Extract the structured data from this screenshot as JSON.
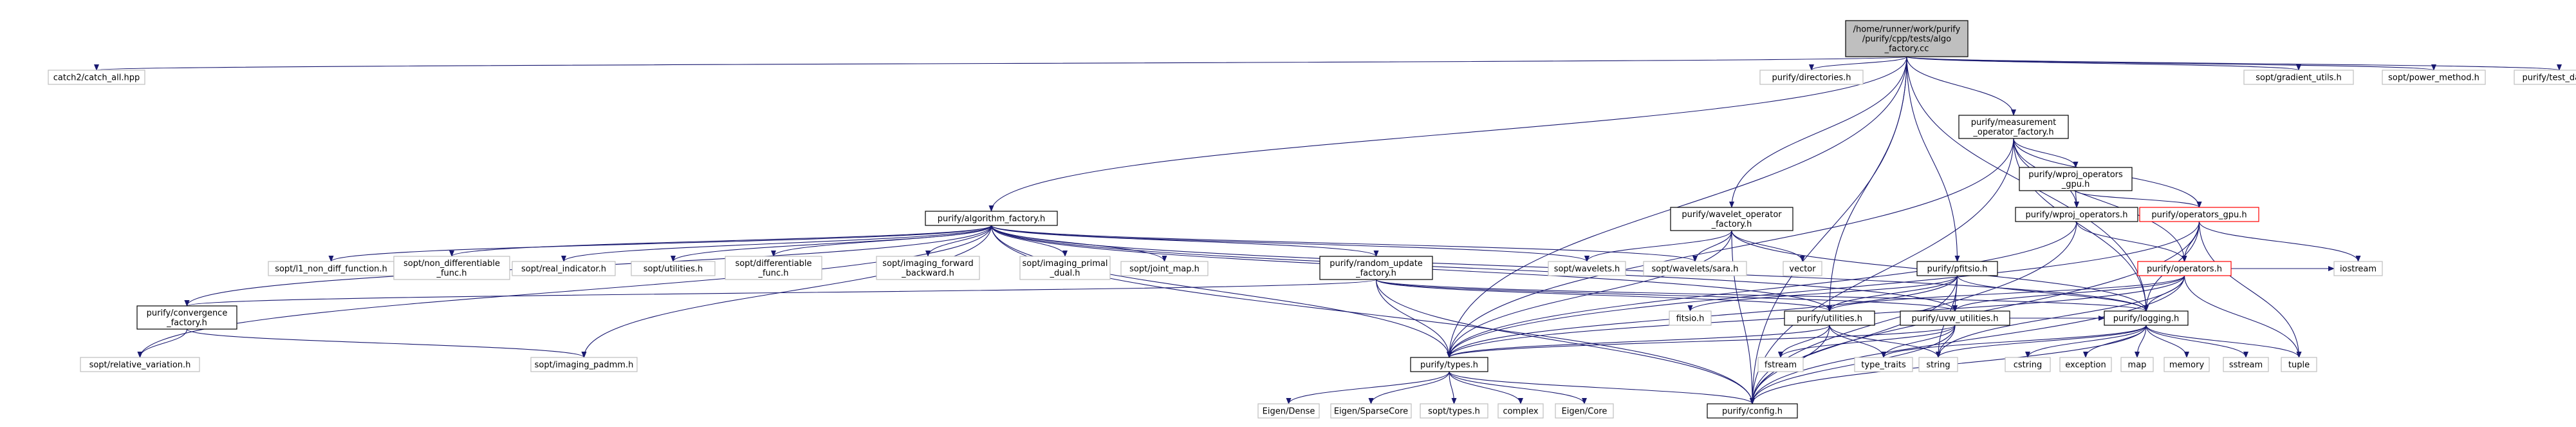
{
  "colors": {
    "root_fill": "#bfbfbf",
    "node_stroke": "#000000",
    "system_stroke": "#bfbfbf",
    "red_stroke": "#ff0000",
    "edge": "#191970",
    "label": "#000000"
  },
  "nodes": [
    {
      "id": "root",
      "kind": "root",
      "lines": [
        "/home/runner/work/purify",
        "/purify/cpp/tests/algo",
        "_factory.cc"
      ]
    },
    {
      "id": "catch2",
      "kind": "system",
      "lines": [
        "catch2/catch_all.hpp"
      ]
    },
    {
      "id": "directories",
      "kind": "system",
      "lines": [
        "purify/directories.h"
      ]
    },
    {
      "id": "gradient",
      "kind": "system",
      "lines": [
        "sopt/gradient_utils.h"
      ]
    },
    {
      "id": "power",
      "kind": "system",
      "lines": [
        "sopt/power_method.h"
      ]
    },
    {
      "id": "testdata",
      "kind": "system",
      "lines": [
        "purify/test_data.h"
      ]
    },
    {
      "id": "measurement",
      "kind": "normal",
      "lines": [
        "purify/measurement",
        "_operator_factory.h"
      ]
    },
    {
      "id": "wproj_gpu",
      "kind": "normal",
      "lines": [
        "purify/wproj_operators",
        "_gpu.h"
      ]
    },
    {
      "id": "operators_gpu",
      "kind": "red",
      "lines": [
        "purify/operators_gpu.h"
      ]
    },
    {
      "id": "wproj_ops",
      "kind": "normal",
      "lines": [
        "purify/wproj_operators.h"
      ]
    },
    {
      "id": "algorithm",
      "kind": "normal",
      "lines": [
        "purify/algorithm_factory.h"
      ]
    },
    {
      "id": "wavelet_factory",
      "kind": "normal",
      "lines": [
        "purify/wavelet_operator",
        "_factory.h"
      ]
    },
    {
      "id": "l1",
      "kind": "system",
      "lines": [
        "sopt/l1_non_diff_function.h"
      ]
    },
    {
      "id": "nondiff",
      "kind": "system",
      "lines": [
        "sopt/non_differentiable",
        "_func.h"
      ]
    },
    {
      "id": "realind",
      "kind": "system",
      "lines": [
        "sopt/real_indicator.h"
      ]
    },
    {
      "id": "soptutil",
      "kind": "system",
      "lines": [
        "sopt/utilities.h"
      ]
    },
    {
      "id": "diff",
      "kind": "system",
      "lines": [
        "sopt/differentiable",
        "_func.h"
      ]
    },
    {
      "id": "imgfwd",
      "kind": "system",
      "lines": [
        "sopt/imaging_forward",
        "_backward.h"
      ]
    },
    {
      "id": "imgpd",
      "kind": "system",
      "lines": [
        "sopt/imaging_primal",
        "_dual.h"
      ]
    },
    {
      "id": "jointmap",
      "kind": "system",
      "lines": [
        "sopt/joint_map.h"
      ]
    },
    {
      "id": "random",
      "kind": "normal",
      "lines": [
        "purify/random_update",
        "_factory.h"
      ]
    },
    {
      "id": "wavelets",
      "kind": "system",
      "lines": [
        "sopt/wavelets.h"
      ]
    },
    {
      "id": "sara",
      "kind": "system",
      "lines": [
        "sopt/wavelets/sara.h"
      ]
    },
    {
      "id": "vector",
      "kind": "system",
      "lines": [
        "vector"
      ]
    },
    {
      "id": "pfitsio",
      "kind": "normal",
      "lines": [
        "purify/pfitsio.h"
      ]
    },
    {
      "id": "operators",
      "kind": "red",
      "lines": [
        "purify/operators.h"
      ]
    },
    {
      "id": "iostream",
      "kind": "system",
      "lines": [
        "iostream"
      ]
    },
    {
      "id": "convergence",
      "kind": "normal",
      "lines": [
        "purify/convergence",
        "_factory.h"
      ]
    },
    {
      "id": "fitsio",
      "kind": "system",
      "lines": [
        "fitsio.h"
      ]
    },
    {
      "id": "putil",
      "kind": "normal",
      "lines": [
        "purify/utilities.h"
      ]
    },
    {
      "id": "uvw",
      "kind": "normal",
      "lines": [
        "purify/uvw_utilities.h"
      ]
    },
    {
      "id": "logging",
      "kind": "normal",
      "lines": [
        "purify/logging.h"
      ]
    },
    {
      "id": "relvar",
      "kind": "system",
      "lines": [
        "sopt/relative_variation.h"
      ]
    },
    {
      "id": "padmm",
      "kind": "system",
      "lines": [
        "sopt/imaging_padmm.h"
      ]
    },
    {
      "id": "ptypes",
      "kind": "normal",
      "lines": [
        "purify/types.h"
      ]
    },
    {
      "id": "fstream",
      "kind": "system",
      "lines": [
        "fstream"
      ]
    },
    {
      "id": "type_traits",
      "kind": "system",
      "lines": [
        "type_traits"
      ]
    },
    {
      "id": "string",
      "kind": "system",
      "lines": [
        "string"
      ]
    },
    {
      "id": "cstring",
      "kind": "system",
      "lines": [
        "cstring"
      ]
    },
    {
      "id": "exception",
      "kind": "system",
      "lines": [
        "exception"
      ]
    },
    {
      "id": "map",
      "kind": "system",
      "lines": [
        "map"
      ]
    },
    {
      "id": "memory",
      "kind": "system",
      "lines": [
        "memory"
      ]
    },
    {
      "id": "sstream",
      "kind": "system",
      "lines": [
        "sstream"
      ]
    },
    {
      "id": "tuple",
      "kind": "system",
      "lines": [
        "tuple"
      ]
    },
    {
      "id": "eigendense",
      "kind": "system",
      "lines": [
        "Eigen/Dense"
      ]
    },
    {
      "id": "eigensparse",
      "kind": "system",
      "lines": [
        "Eigen/SparseCore"
      ]
    },
    {
      "id": "sopttypes",
      "kind": "system",
      "lines": [
        "sopt/types.h"
      ]
    },
    {
      "id": "complex",
      "kind": "system",
      "lines": [
        "complex"
      ]
    },
    {
      "id": "eigencore",
      "kind": "system",
      "lines": [
        "Eigen/Core"
      ]
    },
    {
      "id": "config",
      "kind": "normal",
      "lines": [
        "purify/config.h"
      ]
    }
  ],
  "edges": [
    [
      "root",
      "catch2"
    ],
    [
      "root",
      "directories"
    ],
    [
      "root",
      "gradient"
    ],
    [
      "root",
      "power"
    ],
    [
      "root",
      "testdata"
    ],
    [
      "root",
      "measurement"
    ],
    [
      "root",
      "algorithm"
    ],
    [
      "root",
      "wavelet_factory"
    ],
    [
      "root",
      "pfitsio"
    ],
    [
      "root",
      "putil"
    ],
    [
      "root",
      "logging"
    ],
    [
      "root",
      "ptypes"
    ],
    [
      "root",
      "config"
    ],
    [
      "measurement",
      "wproj_gpu"
    ],
    [
      "measurement",
      "operators_gpu"
    ],
    [
      "measurement",
      "wproj_ops"
    ],
    [
      "measurement",
      "operators"
    ],
    [
      "measurement",
      "logging"
    ],
    [
      "measurement",
      "ptypes"
    ],
    [
      "measurement",
      "config"
    ],
    [
      "wproj_gpu",
      "operators_gpu"
    ],
    [
      "wproj_gpu",
      "wproj_ops"
    ],
    [
      "operators_gpu",
      "operators"
    ],
    [
      "operators_gpu",
      "logging"
    ],
    [
      "operators_gpu",
      "iostream"
    ],
    [
      "operators_gpu",
      "tuple"
    ],
    [
      "operators_gpu",
      "config"
    ],
    [
      "operators_gpu",
      "ptypes"
    ],
    [
      "wproj_ops",
      "operators"
    ],
    [
      "wproj_ops",
      "ptypes"
    ],
    [
      "wproj_ops",
      "config"
    ],
    [
      "algorithm",
      "l1"
    ],
    [
      "algorithm",
      "nondiff"
    ],
    [
      "algorithm",
      "realind"
    ],
    [
      "algorithm",
      "soptutil"
    ],
    [
      "algorithm",
      "diff"
    ],
    [
      "algorithm",
      "imgfwd"
    ],
    [
      "algorithm",
      "imgpd"
    ],
    [
      "algorithm",
      "jointmap"
    ],
    [
      "algorithm",
      "random"
    ],
    [
      "algorithm",
      "wavelets"
    ],
    [
      "algorithm",
      "sara"
    ],
    [
      "algorithm",
      "convergence"
    ],
    [
      "algorithm",
      "relvar"
    ],
    [
      "algorithm",
      "padmm"
    ],
    [
      "algorithm",
      "logging"
    ],
    [
      "algorithm",
      "uvw"
    ],
    [
      "algorithm",
      "ptypes"
    ],
    [
      "algorithm",
      "config"
    ],
    [
      "algorithm",
      "putil"
    ],
    [
      "wavelet_factory",
      "wavelets"
    ],
    [
      "wavelet_factory",
      "sara"
    ],
    [
      "wavelet_factory",
      "vector"
    ],
    [
      "wavelet_factory",
      "logging"
    ],
    [
      "wavelet_factory",
      "ptypes"
    ],
    [
      "wavelet_factory",
      "config"
    ],
    [
      "random",
      "convergence"
    ],
    [
      "random",
      "putil"
    ],
    [
      "random",
      "uvw"
    ],
    [
      "random",
      "logging"
    ],
    [
      "random",
      "ptypes"
    ],
    [
      "random",
      "config"
    ],
    [
      "pfitsio",
      "fitsio"
    ],
    [
      "pfitsio",
      "putil"
    ],
    [
      "pfitsio",
      "uvw"
    ],
    [
      "pfitsio",
      "logging"
    ],
    [
      "pfitsio",
      "string"
    ],
    [
      "pfitsio",
      "ptypes"
    ],
    [
      "pfitsio",
      "config"
    ],
    [
      "operators",
      "iostream"
    ],
    [
      "operators",
      "logging"
    ],
    [
      "operators",
      "uvw"
    ],
    [
      "operators",
      "putil"
    ],
    [
      "operators",
      "ptypes"
    ],
    [
      "operators",
      "config"
    ],
    [
      "operators",
      "tuple"
    ],
    [
      "operators",
      "string"
    ],
    [
      "convergence",
      "relvar"
    ],
    [
      "convergence",
      "padmm"
    ],
    [
      "putil",
      "fstream"
    ],
    [
      "putil",
      "type_traits"
    ],
    [
      "putil",
      "string"
    ],
    [
      "putil",
      "ptypes"
    ],
    [
      "putil",
      "config"
    ],
    [
      "uvw",
      "fstream"
    ],
    [
      "uvw",
      "type_traits"
    ],
    [
      "uvw",
      "string"
    ],
    [
      "uvw",
      "ptypes"
    ],
    [
      "uvw",
      "config"
    ],
    [
      "uvw",
      "logging"
    ],
    [
      "logging",
      "cstring"
    ],
    [
      "logging",
      "exception"
    ],
    [
      "logging",
      "map"
    ],
    [
      "logging",
      "memory"
    ],
    [
      "logging",
      "sstream"
    ],
    [
      "logging",
      "tuple"
    ],
    [
      "logging",
      "string"
    ],
    [
      "logging",
      "type_traits"
    ],
    [
      "logging",
      "config"
    ],
    [
      "ptypes",
      "eigendense"
    ],
    [
      "ptypes",
      "eigensparse"
    ],
    [
      "ptypes",
      "sopttypes"
    ],
    [
      "ptypes",
      "complex"
    ],
    [
      "ptypes",
      "eigencore"
    ],
    [
      "ptypes",
      "config"
    ]
  ]
}
